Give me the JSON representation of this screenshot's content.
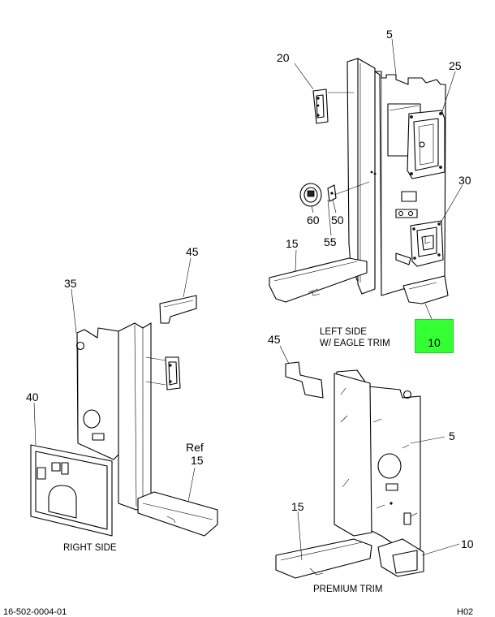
{
  "callouts": {
    "lbl_5_top": "5",
    "lbl_20": "20",
    "lbl_25": "25",
    "lbl_30": "30",
    "lbl_60": "60",
    "lbl_55": "55",
    "lbl_50": "50",
    "lbl_15_top": "15",
    "lbl_10_highlight": "10",
    "lbl_45_left": "45",
    "lbl_35": "35",
    "lbl_40": "40",
    "lbl_ref": "Ref",
    "lbl_15_ref": "15",
    "lbl_45_right": "45",
    "lbl_5_right": "5",
    "lbl_15_bottom": "15",
    "lbl_10_bottom": "10"
  },
  "captions": {
    "left_side_line1": "LEFT SIDE",
    "left_side_line2": "W/ EAGLE TRIM",
    "right_side": "RIGHT SIDE",
    "premium_trim": "PREMIUM TRIM"
  },
  "footer": {
    "drawing_number": "16-502-0004-01",
    "sheet_code": "H02"
  },
  "highlight_color": "#33ff33"
}
